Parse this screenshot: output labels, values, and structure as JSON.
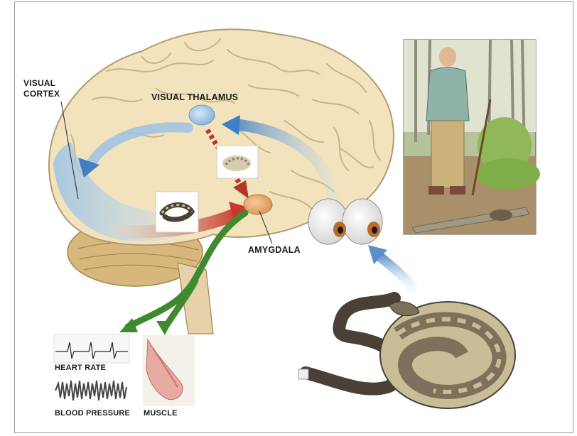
{
  "labels": {
    "visual_cortex_line1": "VISUAL",
    "visual_cortex_line2": "CORTEX",
    "visual_thalamus": "VISUAL THALAMUS",
    "amygdala": "AMYGDALA",
    "heart_rate": "HEART RATE",
    "blood_pressure": "BLOOD PRESSURE",
    "muscle": "MUSCLE"
  },
  "colors": {
    "brain": "#f2e3bd",
    "brain_fold": "#c9b38a",
    "cerebellum": "#d8b77c",
    "cortex_blue": "#b9d6ec",
    "fast_path": "#c93a2c",
    "output_path": "#3f8a2e",
    "visual_path": "#5b8fc7",
    "amygdala": "#eaa96a",
    "snake_dark": "#4a4036",
    "snake_light": "#c9bd98",
    "forest_bg": "#a9b58a",
    "moss": "#7fae4a"
  }
}
